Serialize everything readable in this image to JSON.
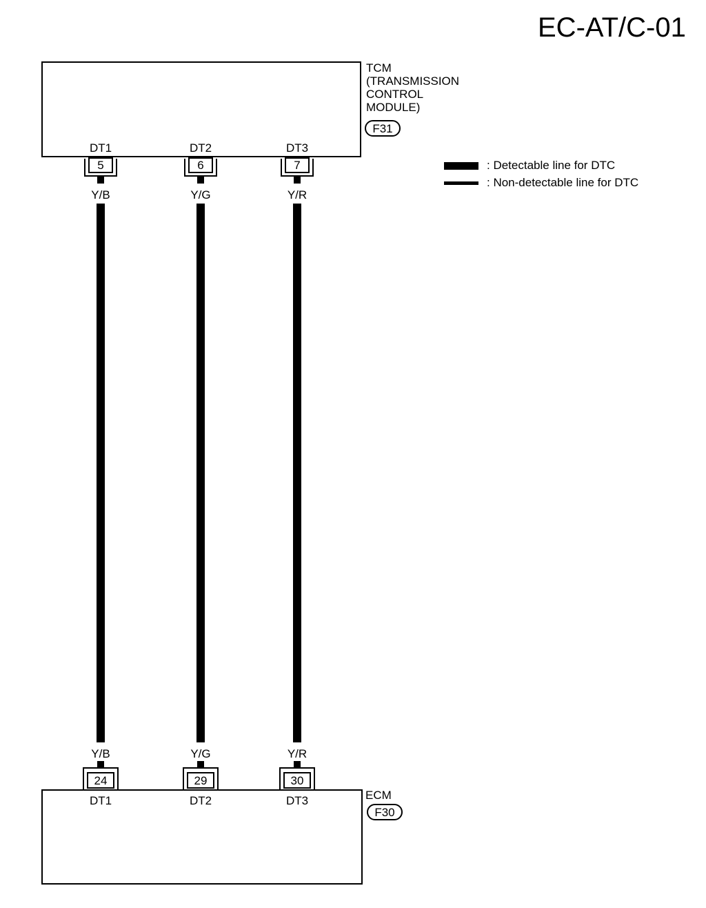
{
  "title": "EC-AT/C-01",
  "tcm": {
    "name_lines": [
      "TCM",
      "(TRANSMISSION",
      "CONTROL",
      "MODULE)"
    ],
    "connector": "F31",
    "pins": [
      {
        "terminal": "DT1",
        "pin": "5",
        "wire": "Y/B"
      },
      {
        "terminal": "DT2",
        "pin": "6",
        "wire": "Y/G"
      },
      {
        "terminal": "DT3",
        "pin": "7",
        "wire": "Y/R"
      }
    ]
  },
  "ecm": {
    "name": "ECM",
    "connector": "F30",
    "pins": [
      {
        "terminal": "DT1",
        "pin": "24",
        "wire": "Y/B"
      },
      {
        "terminal": "DT2",
        "pin": "29",
        "wire": "Y/G"
      },
      {
        "terminal": "DT3",
        "pin": "30",
        "wire": "Y/R"
      }
    ]
  },
  "legend": {
    "detectable": ": Detectable line for DTC",
    "non_detectable": ": Non-detectable line for DTC"
  }
}
